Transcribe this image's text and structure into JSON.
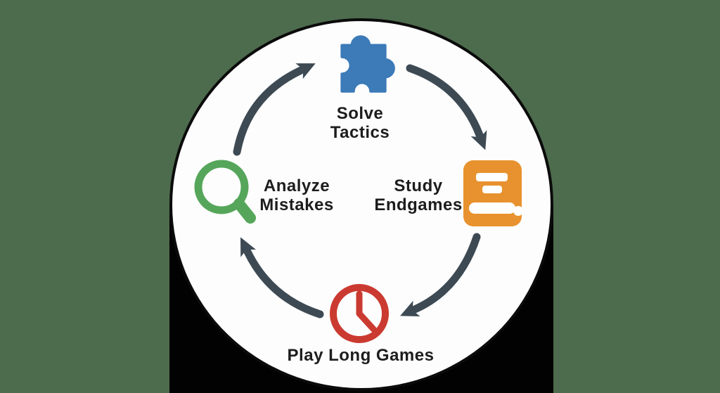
{
  "diagram": {
    "type": "cycle",
    "description": "Chess improvement cycle with four steps connected by clockwise arrows",
    "background_color": "#4d6b4d",
    "shadow_color": "#020202",
    "circle_fill": "#fdfdfd",
    "circle_outline": "#0b0b0b",
    "arrow_color": "#3d4a54",
    "text_color": "#1d1d1d",
    "steps": [
      {
        "name": "solve-tactics",
        "line1": "Solve",
        "line2": "Tactics",
        "icon": "puzzle-piece-icon",
        "color": "#3c7ab8",
        "position": "top"
      },
      {
        "name": "study-endgames",
        "line1": "Study",
        "line2": "Endgames",
        "icon": "book-icon",
        "color": "#e8922f",
        "position": "right"
      },
      {
        "name": "play-long-games",
        "line1": "Play Long Games",
        "icon": "clock-icon",
        "color": "#cb3a30",
        "position": "bottom"
      },
      {
        "name": "analyze-mistakes",
        "line1": "Analyze",
        "line2": "Mistakes",
        "icon": "magnifying-glass-icon",
        "color": "#55a65a",
        "position": "left"
      }
    ]
  }
}
